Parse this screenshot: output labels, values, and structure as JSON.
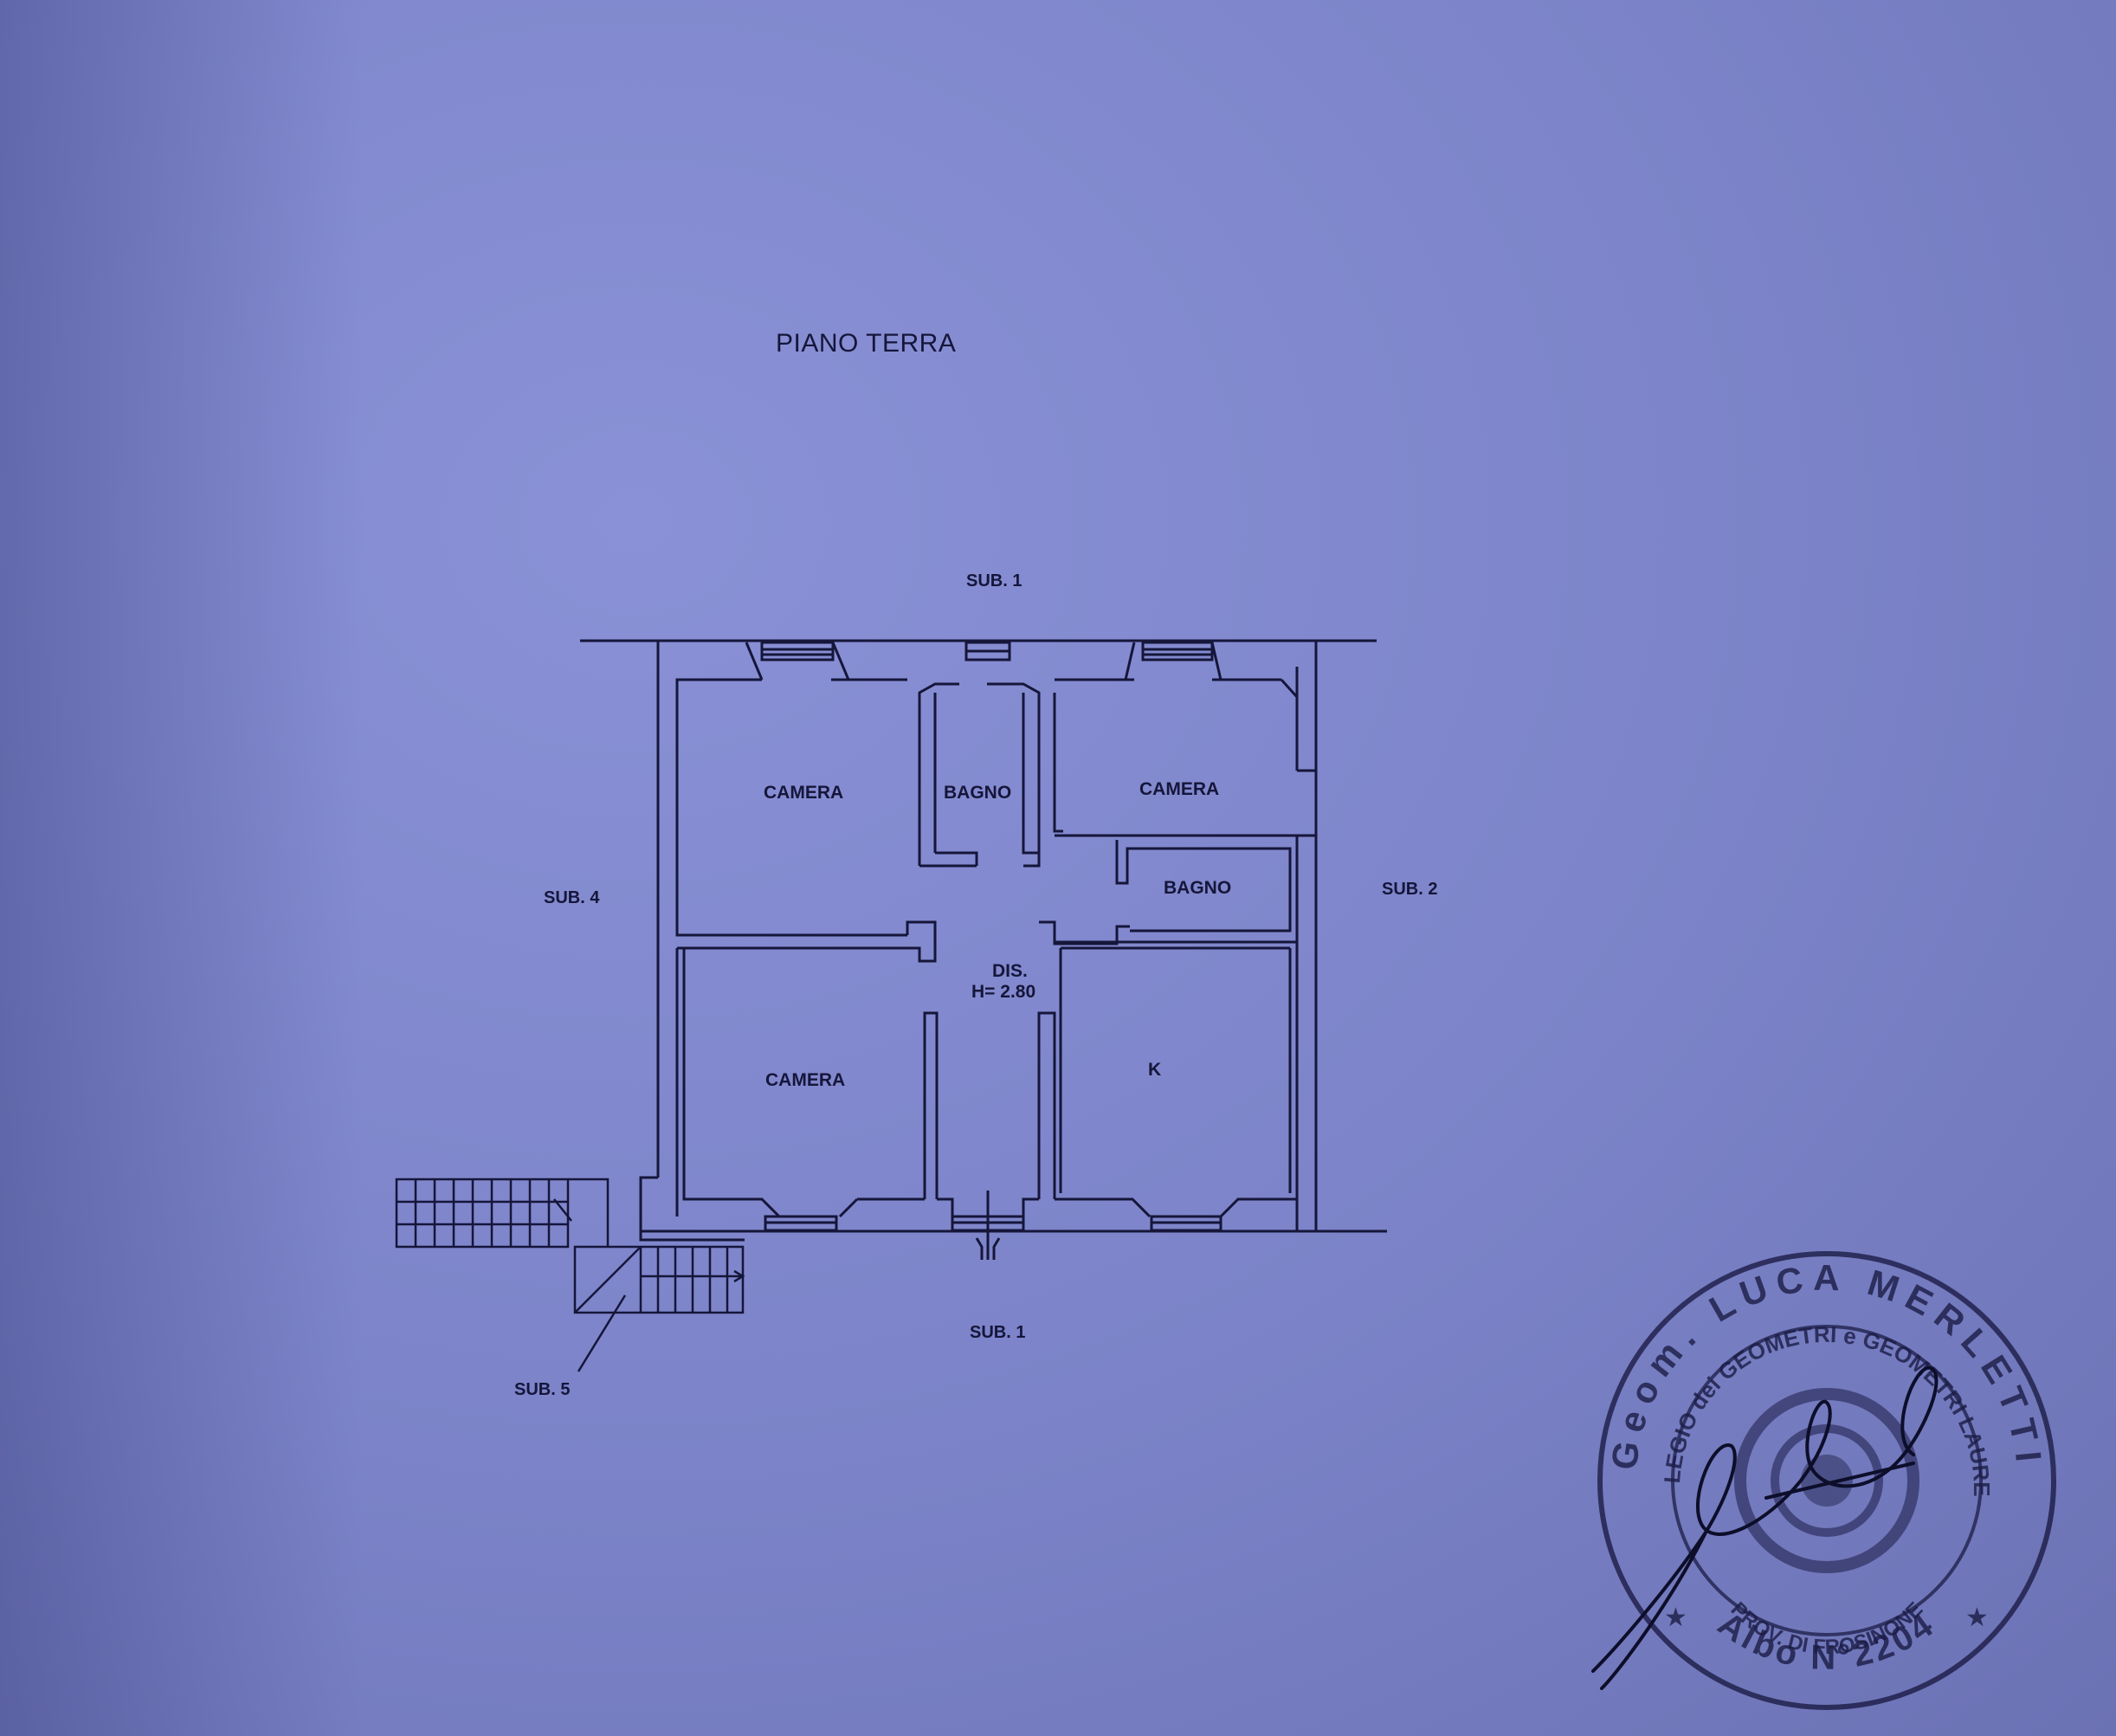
{
  "drawing": {
    "title": "PIANO TERRA",
    "neighbors": {
      "top": "SUB. 1",
      "bottom": "SUB. 1",
      "left": "SUB. 4",
      "right": "SUB. 2",
      "stairs": "SUB. 5"
    },
    "rooms": {
      "camera_top_left": "CAMERA",
      "bagno_top": "BAGNO",
      "camera_top_right": "CAMERA",
      "bagno_right": "BAGNO",
      "dis_name": "DIS.",
      "dis_height": "H= 2.80",
      "camera_bottom_left": "CAMERA",
      "kitchen": "K"
    }
  },
  "stamp": {
    "outer_text": "Geom. LUCA MERLETTI",
    "inner_text": "COLLEGIO dei GEOMETRI e GEOMETRI LAUREATI",
    "province": "PROV. DI FROSINONE",
    "register": "Albo N°2204"
  },
  "colors": {
    "paper": "#7d84c8",
    "ink": "#15163a"
  }
}
